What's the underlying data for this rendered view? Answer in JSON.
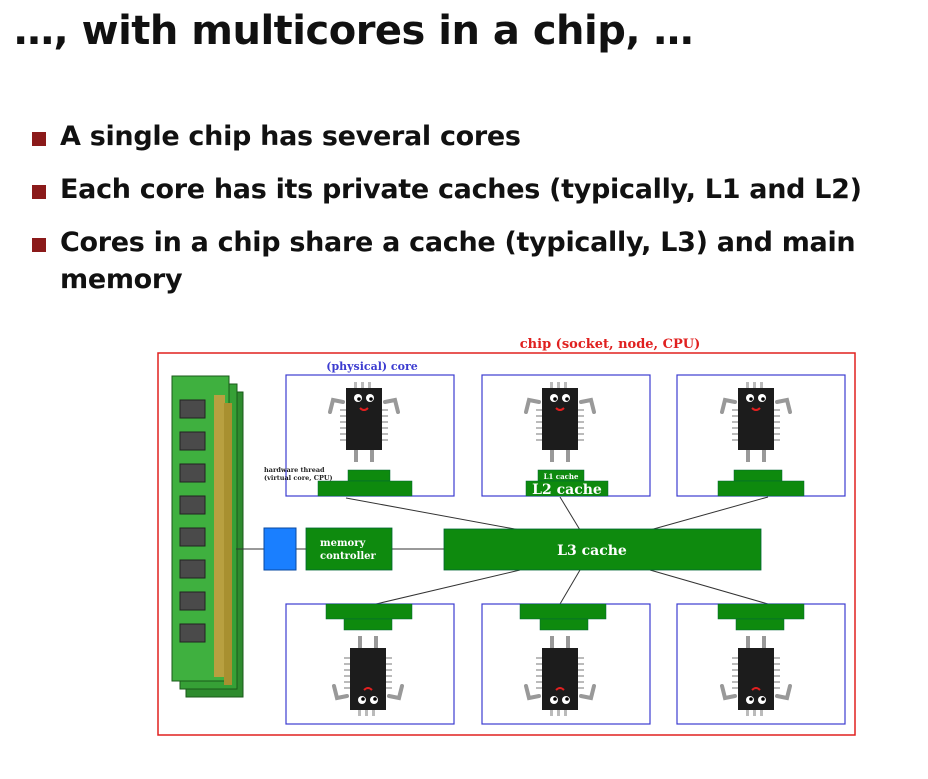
{
  "slide": {
    "title": "…, with multicores in a chip, …",
    "bullets": [
      "A single chip has several cores",
      "Each core has its private caches (typically, L1 and L2)",
      "Cores in a chip share a cache (typically, L3) and main memory"
    ]
  },
  "diagram": {
    "chip_label": "chip (socket, node, CPU)",
    "core_label": "(physical) core",
    "hw_thread_label_line1": "hardware thread",
    "hw_thread_label_line2": "(virtual core, CPU)",
    "l1_label": "L1 cache",
    "l2_label": "L2 cache",
    "l3_label": "L3 cache",
    "mem_ctrl_line1": "memory",
    "mem_ctrl_line2": "controller",
    "colors": {
      "chip_border": "#e0201f",
      "core_border": "#3c3cd0",
      "cache_green": "#0e8a0e",
      "memory_blue": "#1a7fff",
      "ram_green": "#2e9a2e",
      "bullet_marker": "#8b1a1a"
    }
  }
}
